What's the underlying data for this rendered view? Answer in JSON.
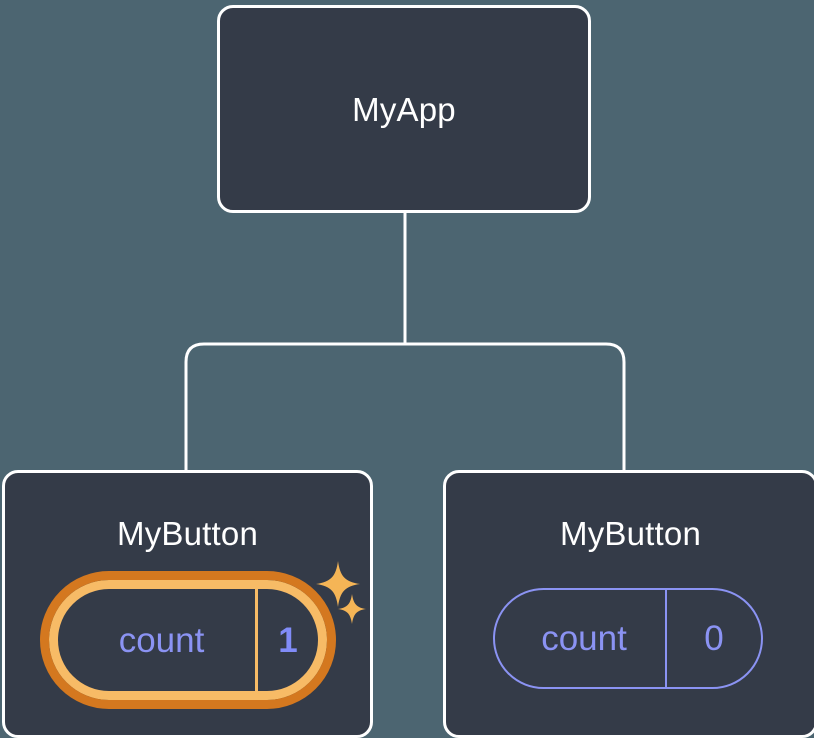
{
  "diagram": {
    "type": "component-tree",
    "background_color": "#4c6571",
    "card_fill": "#343b48",
    "card_border": "#ffffff",
    "connector_color": "#ffffff",
    "root": {
      "name": "root-node",
      "label": "MyApp"
    },
    "children": [
      {
        "name": "child-node-left",
        "label": "MyButton",
        "state": {
          "key": "count",
          "value": "1",
          "highlighted": true,
          "highlight_outer_color": "#d4781f",
          "highlight_inner_color": "#f7bb66",
          "text_color": "#818cf8",
          "sparkles": [
            "sparkle-large",
            "sparkle-small"
          ],
          "sparkle_color": "#f5b556"
        }
      },
      {
        "name": "child-node-right",
        "label": "MyButton",
        "state": {
          "key": "count",
          "value": "0",
          "highlighted": false,
          "border_color": "#8b93f3",
          "text_color": "#8b93f3"
        }
      }
    ]
  }
}
